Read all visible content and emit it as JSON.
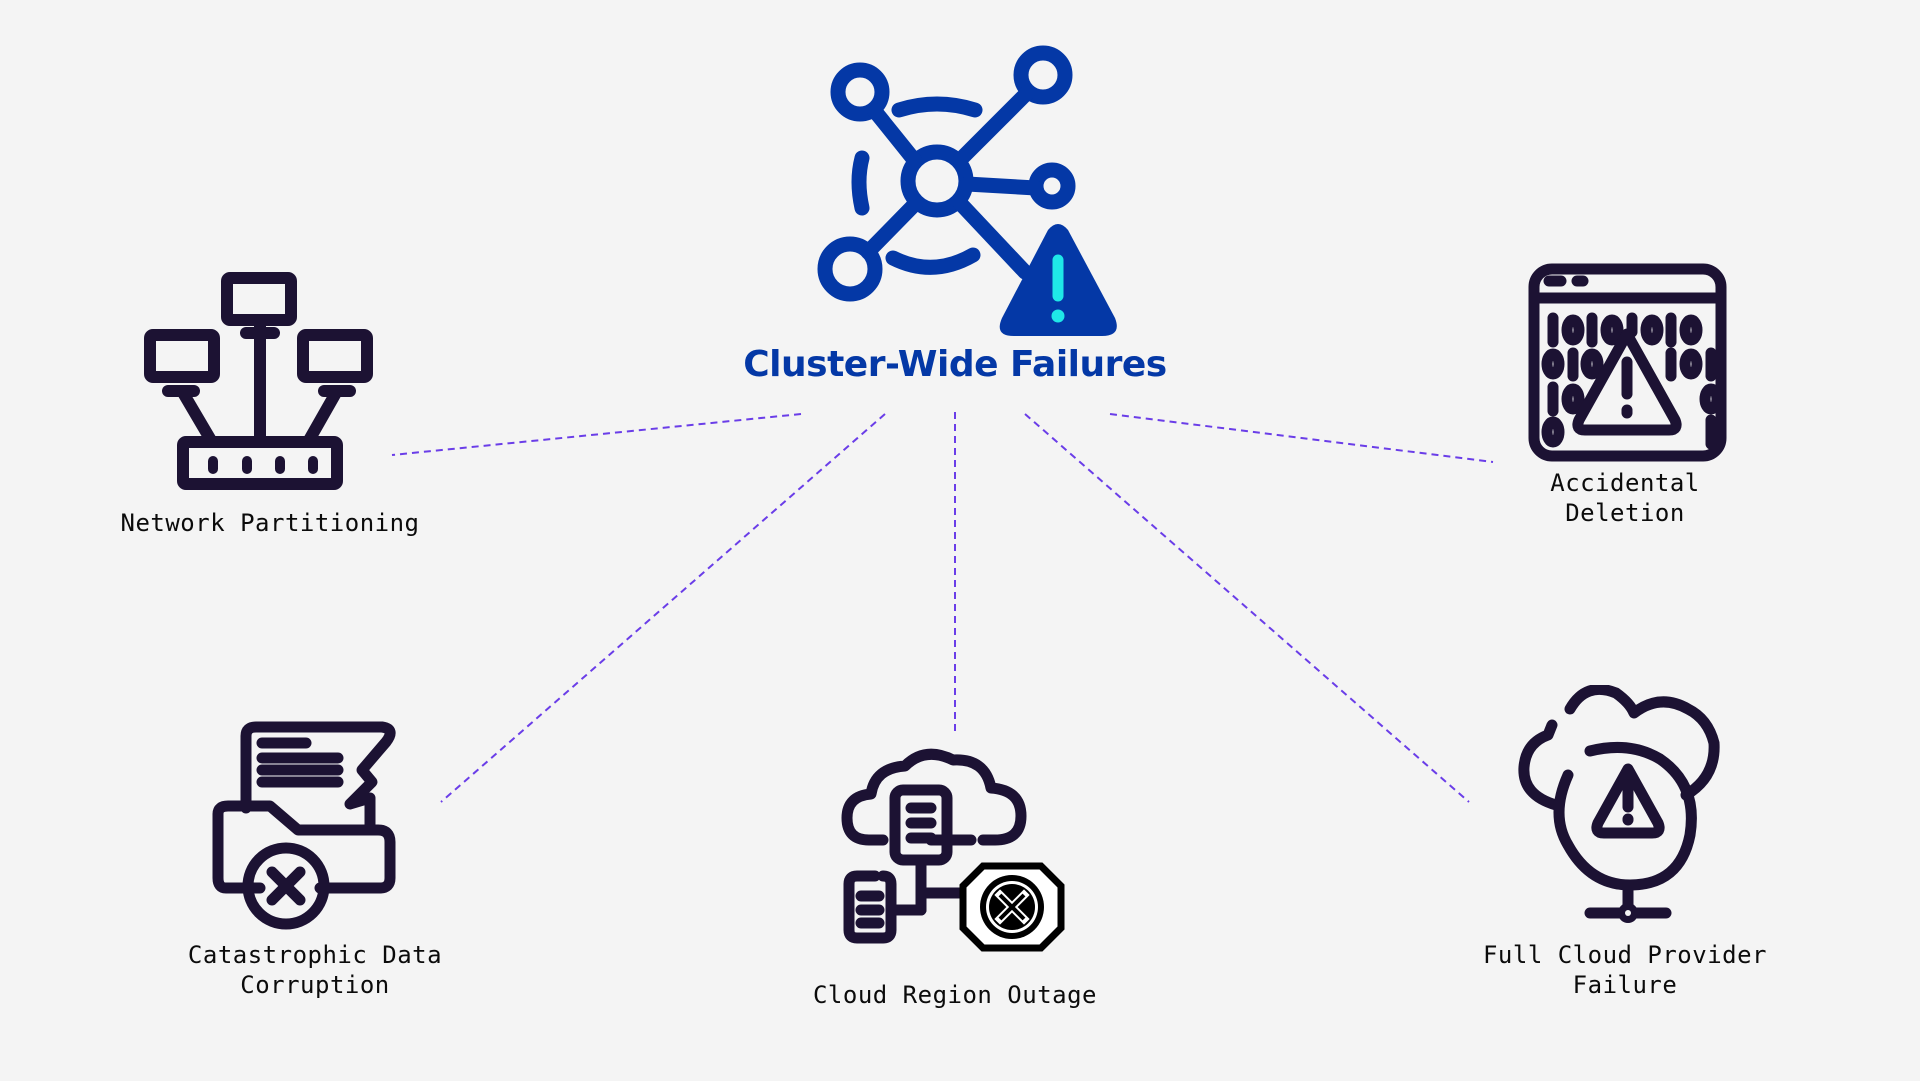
{
  "diagram": {
    "title": "Cluster-Wide Failures",
    "center_icon": "network-cluster-warning-icon",
    "colors": {
      "primary_blue": "#0438a6",
      "warning_accent": "#1fe8e8",
      "icon_ink": "#1c1233",
      "connector": "#6a3de8",
      "background": "#f4f4f4",
      "label_text": "#0b0b0b"
    },
    "nodes": [
      {
        "id": "network-partitioning",
        "label": "Network Partitioning",
        "icon": "network-topology-icon"
      },
      {
        "id": "accidental-deletion",
        "label": "Accidental\nDeletion",
        "icon": "binary-window-warning-icon"
      },
      {
        "id": "catastrophic-data-corruption",
        "label": "Catastrophic Data\nCorruption",
        "icon": "corrupted-folder-icon"
      },
      {
        "id": "cloud-region-outage",
        "label": "Cloud Region Outage",
        "icon": "cloud-server-error-icon"
      },
      {
        "id": "full-cloud-provider-failure",
        "label": "Full Cloud Provider\nFailure",
        "icon": "cloud-warning-network-icon"
      }
    ],
    "connectors": [
      {
        "from": "cluster-wide-failures",
        "to": "network-partitioning",
        "style": "dashed"
      },
      {
        "from": "cluster-wide-failures",
        "to": "catastrophic-data-corruption",
        "style": "dashed"
      },
      {
        "from": "cluster-wide-failures",
        "to": "cloud-region-outage",
        "style": "dashed"
      },
      {
        "from": "cluster-wide-failures",
        "to": "full-cloud-provider-failure",
        "style": "dashed"
      },
      {
        "from": "cluster-wide-failures",
        "to": "accidental-deletion",
        "style": "dashed"
      }
    ]
  }
}
